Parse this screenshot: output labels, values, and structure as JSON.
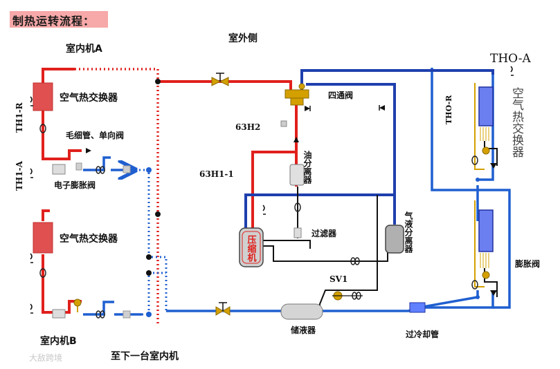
{
  "title": "制热运转流程：",
  "colors": {
    "hot_gas": "#e0201c",
    "liquid": "#1f5fd0",
    "suction": "#1e3fae",
    "oil_return": "#111111",
    "capillary": "#d4a000",
    "heat_exchanger_indoor": "#e05050",
    "heat_exchanger_outdoor": "#3b52d8"
  },
  "labels": {
    "outdoor_side": "室外侧",
    "indoor_a": "室内机A",
    "indoor_b": "室内机B",
    "indoor_hex_a": "空气热交换器",
    "indoor_hex_b": "空气热交换器",
    "capillary_check": "毛细管、单向阀",
    "electronic_exp": "电子膨胀阀",
    "sensor_th1r": "TH1-R",
    "sensor_th1a": "TH1-A",
    "four_way": "四通阀",
    "h2": "63H2",
    "h1": "63H1-1",
    "oil_sep": "油分离器",
    "filter": "过滤器",
    "compressor": "压缩机",
    "gas_liquid_sep": "气液分离器",
    "tho_a": "THO-A",
    "tho_r": "THO-R",
    "outdoor_hex": "空气热交换器",
    "exp_valve": "膨胀阀",
    "sv1": "SV1",
    "receiver": "储液器",
    "subcooler": "过冷却管",
    "to_next": "至下一台室内机",
    "watermark": "大敌跨境"
  }
}
